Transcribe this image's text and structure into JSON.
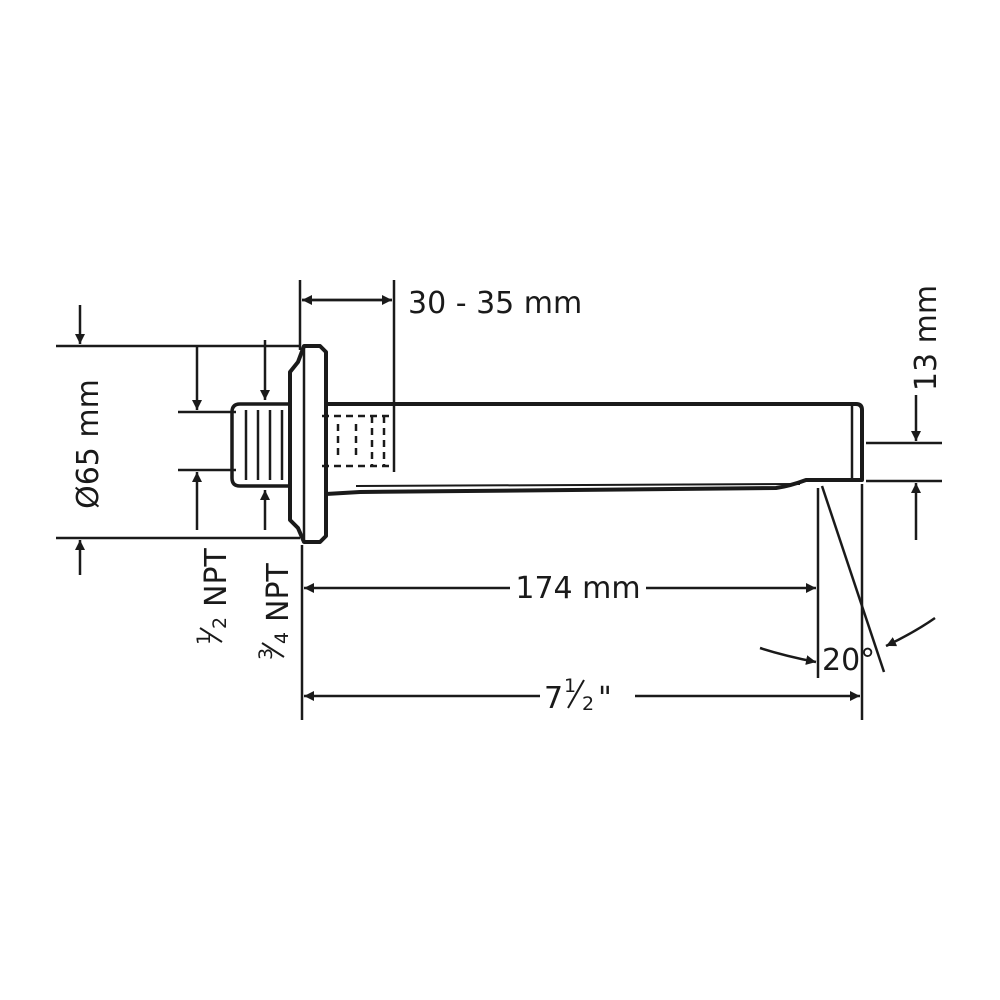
{
  "diagram": {
    "colors": {
      "ink": "#1a1a1a",
      "background": "#ffffff"
    },
    "labels": {
      "setback": "30 - 35 mm",
      "flange_diameter": "Ø65 mm",
      "height": "13 mm",
      "spout_length": "174 mm",
      "overall_whole": "7",
      "overall_frac_num": "1",
      "overall_frac_den": "2",
      "overall_unit": "\"",
      "angle": "20°",
      "thread_half_num": "1",
      "thread_half_den": "2",
      "thread_half_label": "NPT",
      "thread_threequarter_num": "3",
      "thread_threequarter_den": "4",
      "thread_threequarter_label": "NPT"
    }
  }
}
